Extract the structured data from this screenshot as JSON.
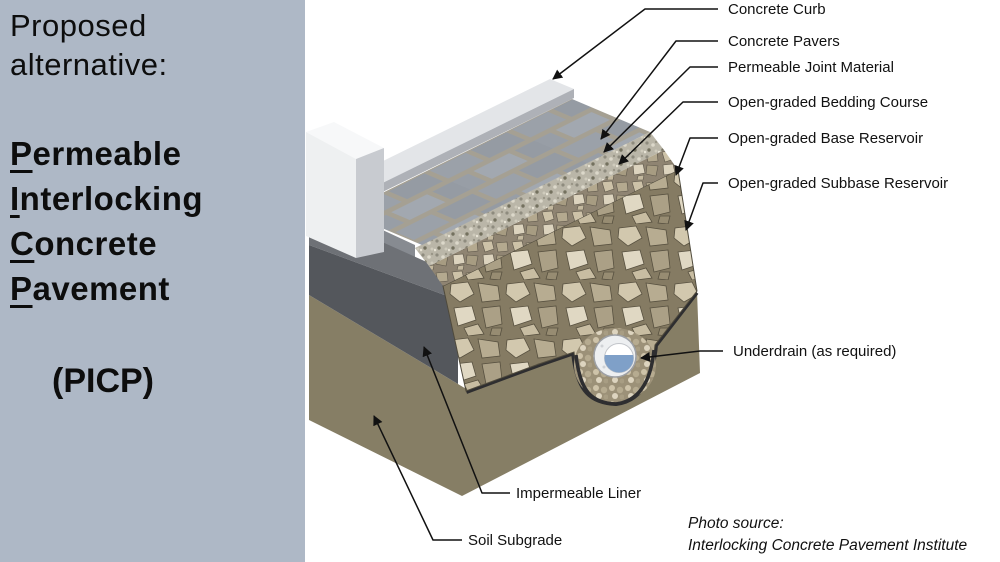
{
  "panel": {
    "bg_color": "#AEB8C6",
    "intro_line1": "Proposed",
    "intro_line2": "alternative:",
    "acronym_lines": [
      {
        "first": "P",
        "rest": "ermeable"
      },
      {
        "first": "I",
        "rest": "nterlocking"
      },
      {
        "first": "C",
        "rest": "oncrete"
      },
      {
        "first": "P",
        "rest": "avement"
      }
    ],
    "abbreviation": "(PICP)"
  },
  "diagram": {
    "labels": [
      {
        "id": "concrete-curb",
        "text": "Concrete Curb"
      },
      {
        "id": "concrete-pavers",
        "text": "Concrete Pavers"
      },
      {
        "id": "permeable-joint-material",
        "text": "Permeable Joint Material"
      },
      {
        "id": "open-graded-bedding-course",
        "text": "Open-graded Bedding Course"
      },
      {
        "id": "open-graded-base-reservoir",
        "text": "Open-graded Base Reservoir"
      },
      {
        "id": "open-graded-subbase-reservoir",
        "text": "Open-graded Subbase Reservoir"
      },
      {
        "id": "underdrain",
        "text": "Underdrain (as required)"
      },
      {
        "id": "impermeable-liner",
        "text": "Impermeable Liner"
      },
      {
        "id": "soil-subgrade",
        "text": "Soil Subgrade"
      }
    ],
    "caption_line1": "Photo source:",
    "caption_line2": "Interlocking Concrete Pavement Institute",
    "colors": {
      "soil": "#867E65",
      "liner": "#2E2E30",
      "cut_face_dark": "#54575C",
      "cut_face_mid": "#6E7176",
      "paver_gray": "#9BA1A9",
      "curb_light": "#E3E5E8",
      "water_blue": "#7FA0C8",
      "label_text": "#111111"
    }
  }
}
